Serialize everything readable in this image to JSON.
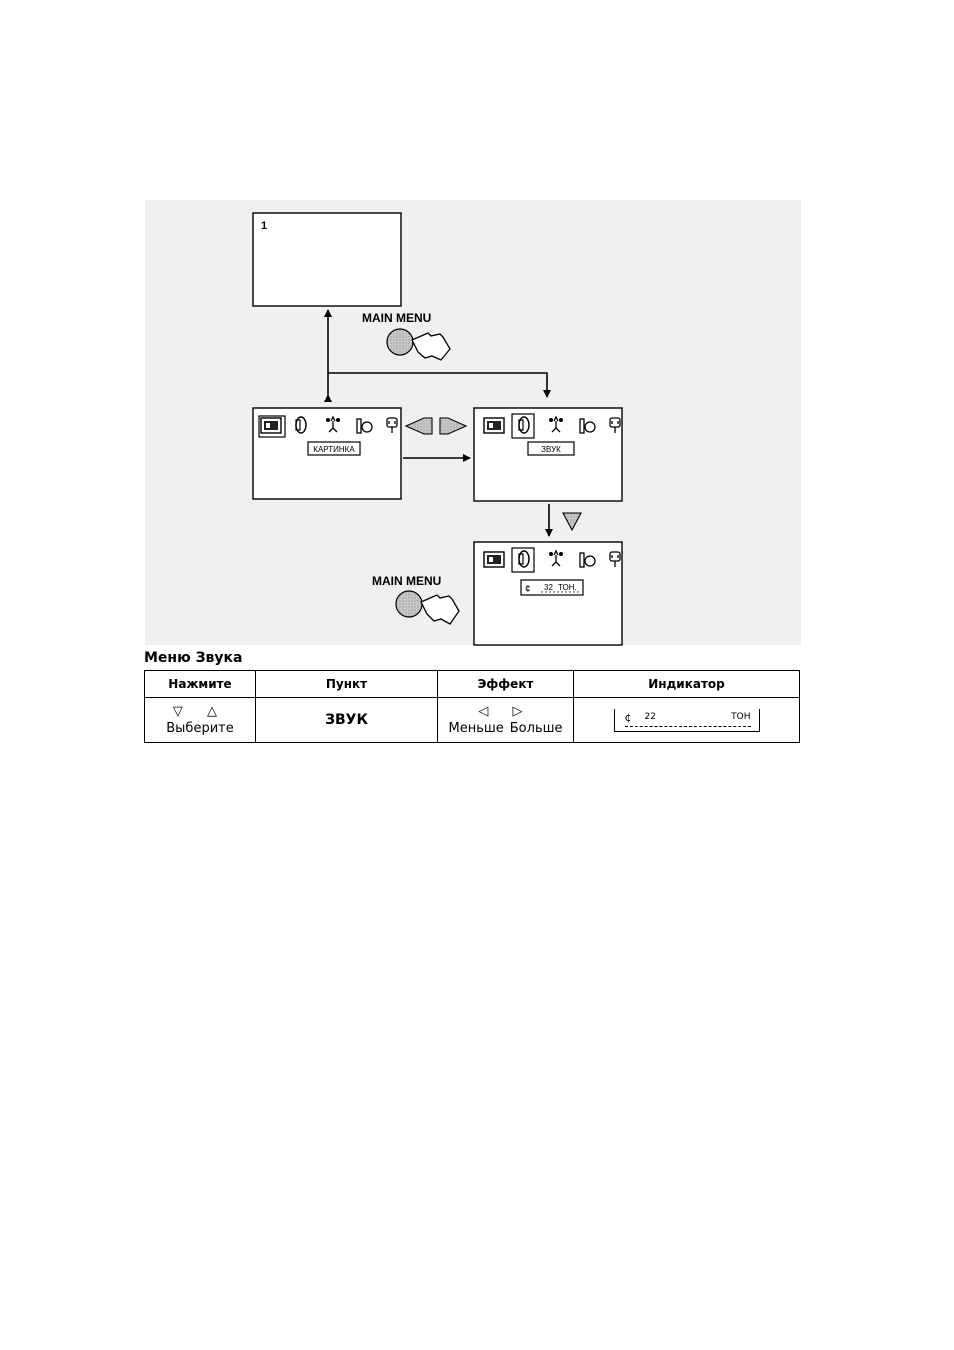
{
  "diagram": {
    "tv_channel": "1",
    "main_menu_label_1": "MAIN MENU",
    "main_menu_label_2": "MAIN MENU",
    "screen_picture_label": "КАРТИНКА",
    "screen_sound_label": "ЗВУК",
    "screen_level_value": "32",
    "screen_level_unit": "ТОН."
  },
  "section_title": "Меню Звука",
  "table": {
    "headers": [
      "Нажмите",
      "Пункт",
      "Эффект",
      "Индикатор"
    ],
    "row": {
      "press_symbols": "▽ △",
      "press_text": "Выберите",
      "item": "ЗВУК",
      "effect_symbols": "◁ ▷",
      "effect_less": "Меньше",
      "effect_more": "Больше",
      "indicator_value": "22",
      "indicator_unit": "ТОН"
    }
  }
}
